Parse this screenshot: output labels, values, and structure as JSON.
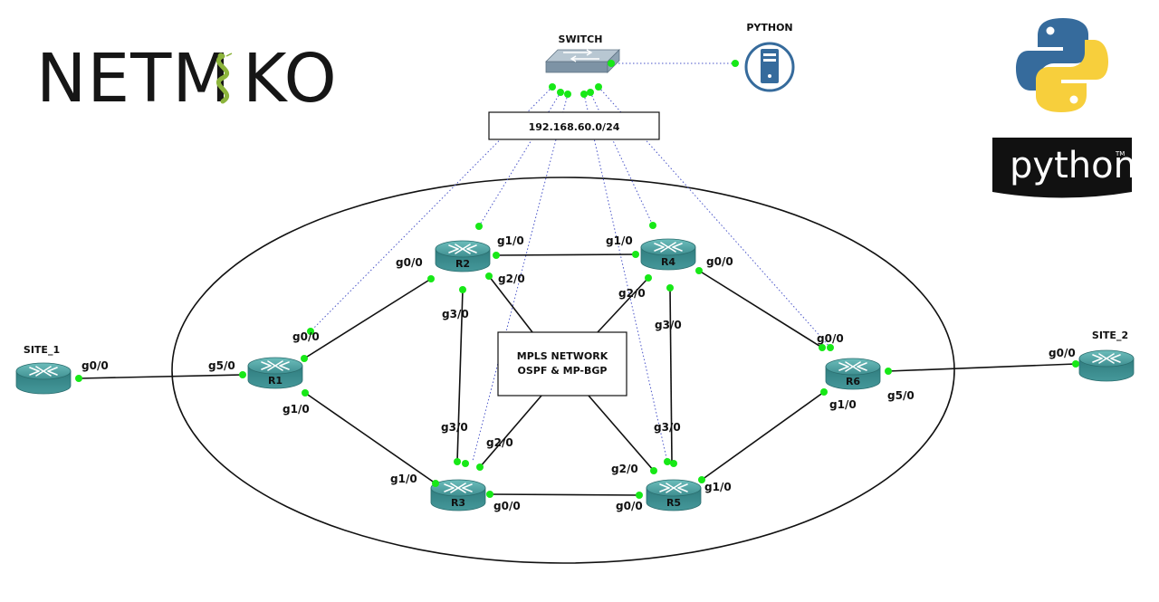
{
  "logos": {
    "netmiko_left": "NETM",
    "netmiko_right": "KO",
    "python_word": "python",
    "python_tm": "TM"
  },
  "devices": {
    "switch": "SWITCH",
    "python_host": "PYTHON",
    "site1": "SITE_1",
    "site2": "SITE_2",
    "r1": "R1",
    "r2": "R2",
    "r3": "R3",
    "r4": "R4",
    "r5": "R5",
    "r6": "R6"
  },
  "subnet_label": "192.168.60.0/24",
  "mpls_box": {
    "line1": "MPLS NETWORK",
    "line2": "OSPF & MP-BGP"
  },
  "interfaces": {
    "site1_g0": "g0/0",
    "r1_g5": "g5/0",
    "r1_g0": "g0/0",
    "r1_g1": "g1/0",
    "r2_g0": "g0/0",
    "r2_g1": "g1/0",
    "r2_g2": "g2/0",
    "r2_g3": "g3/0",
    "r4_g1": "g1/0",
    "r4_g0": "g0/0",
    "r4_g2": "g2/0",
    "r4_g3": "g3/0",
    "r3_g3": "g3/0",
    "r3_g2": "g2/0",
    "r3_g1": "g1/0",
    "r3_g0": "g0/0",
    "r5_g3": "g3/0",
    "r5_g2": "g2/0",
    "r5_g0": "g0/0",
    "r5_g1": "g1/0",
    "r6_g0": "g0/0",
    "r6_g1": "g1/0",
    "r6_g5": "g5/0",
    "site2_g0": "g0/0"
  },
  "colors": {
    "router_body": "#3f8f91",
    "router_top": "#5fb3b2",
    "port": "#17e817",
    "mgmt_link": "#4a55c8",
    "python_blue": "#366b9c",
    "python_yellow": "#f7cf3c",
    "netmiko_green": "#8cb43c"
  },
  "icons": {
    "router": "router-icon",
    "switch": "switch-icon",
    "server": "server-icon",
    "python_logo": "python-logo-icon"
  }
}
